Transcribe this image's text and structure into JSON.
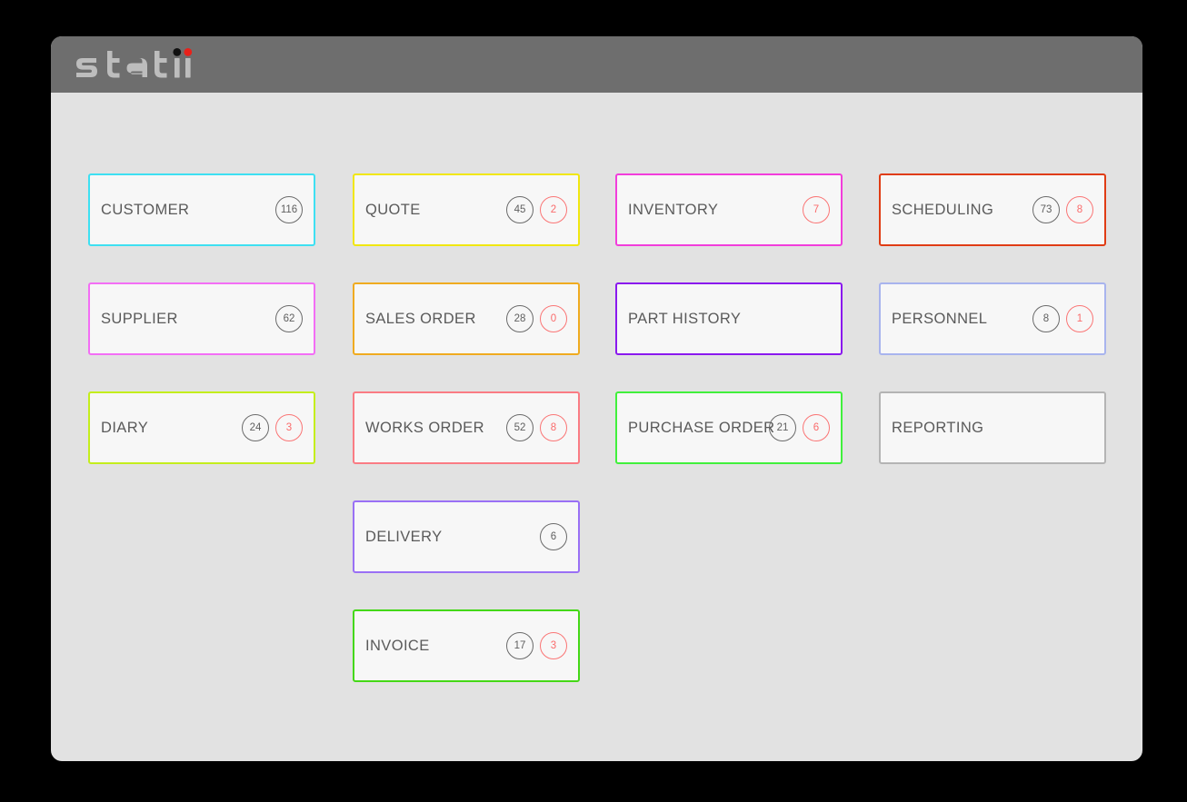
{
  "window": {
    "header_bg": "#6e6e6e",
    "body_bg": "#e2e2e2",
    "logo": {
      "text": "statii",
      "wordmark_color": "#bdbdbd",
      "dot_left_color": "#111111",
      "dot_right_color": "#e8211a"
    }
  },
  "tiles": [
    {
      "label": "CUSTOMER",
      "border_color": "#3ee0f2",
      "count": "116",
      "alert": null,
      "col": 0,
      "row": 0
    },
    {
      "label": "QUOTE",
      "border_color": "#f1e70f",
      "count": "45",
      "alert": "2",
      "col": 1,
      "row": 0
    },
    {
      "label": "INVENTORY",
      "border_color": "#f23ddb",
      "count": null,
      "alert": "7",
      "col": 2,
      "row": 0
    },
    {
      "label": "SCHEDULING",
      "border_color": "#e03c14",
      "count": "73",
      "alert": "8",
      "col": 3,
      "row": 0
    },
    {
      "label": "SUPPLIER",
      "border_color": "#f36ef5",
      "count": "62",
      "alert": null,
      "col": 0,
      "row": 1
    },
    {
      "label": "SALES ORDER",
      "border_color": "#f0ab20",
      "count": "28",
      "alert": "0",
      "col": 1,
      "row": 1
    },
    {
      "label": "PART HISTORY",
      "border_color": "#8a19ee",
      "count": null,
      "alert": null,
      "col": 2,
      "row": 1
    },
    {
      "label": "PERSONNEL",
      "border_color": "#a8b4ee",
      "count": "8",
      "alert": "1",
      "col": 3,
      "row": 1
    },
    {
      "label": "DIARY",
      "border_color": "#c4ee1c",
      "count": "24",
      "alert": "3",
      "col": 0,
      "row": 2
    },
    {
      "label": "WORKS ORDER",
      "border_color": "#fa7c84",
      "count": "52",
      "alert": "8",
      "col": 1,
      "row": 2
    },
    {
      "label": "PURCHASE ORDER",
      "border_color": "#41f03c",
      "count": "21",
      "alert": "6",
      "col": 2,
      "row": 2
    },
    {
      "label": "REPORTING",
      "border_color": "#b4b4b4",
      "count": null,
      "alert": null,
      "col": 3,
      "row": 2
    },
    {
      "label": "DELIVERY",
      "border_color": "#9a70f5",
      "count": "6",
      "alert": null,
      "col": 1,
      "row": 3
    },
    {
      "label": "INVOICE",
      "border_color": "#44d816",
      "count": "17",
      "alert": "3",
      "col": 1,
      "row": 4
    }
  ]
}
